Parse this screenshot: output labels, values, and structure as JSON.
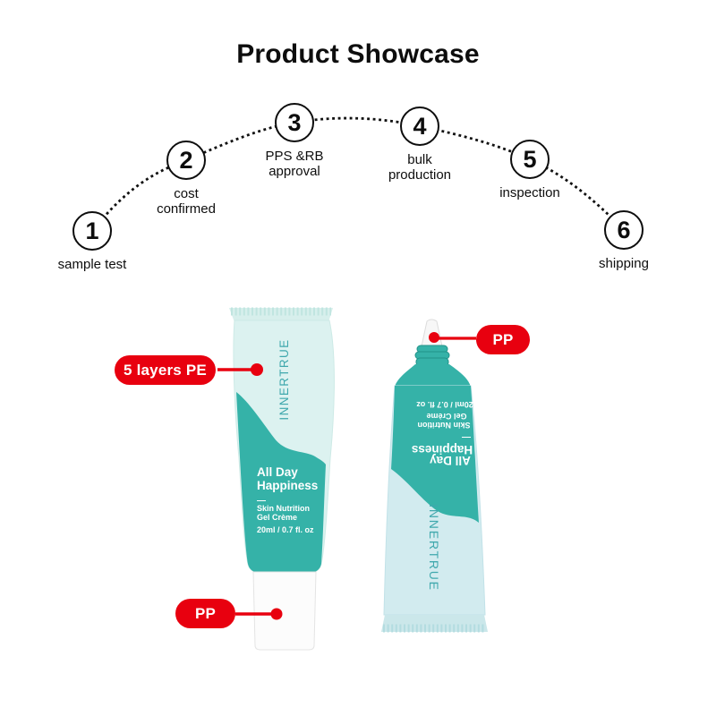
{
  "title": "Product Showcase",
  "colors": {
    "teal": "#35b2a8",
    "mint_left_tube": "#dcf2f0",
    "mint_right_tube": "#d2ebef",
    "brand_text_teal": "#3fa8ad",
    "callout_red": "#e8000f",
    "text_black": "#0d0d0d"
  },
  "process": {
    "steps": [
      {
        "number": "1",
        "label": "sample test"
      },
      {
        "number": "2",
        "label": "cost\nconfirmed"
      },
      {
        "number": "3",
        "label": "PPS &RB\napproval"
      },
      {
        "number": "4",
        "label": "bulk\nproduction"
      },
      {
        "number": "5",
        "label": "inspection"
      },
      {
        "number": "6",
        "label": "shipping"
      }
    ]
  },
  "product": {
    "brand": "INNERTRUE",
    "name_line1": "All Day",
    "name_line2": "Happiness",
    "divider": "—",
    "desc_line1": "Skin Nutrition",
    "desc_line2": "Gel Crème",
    "volume": "20ml / 0.7 fl. oz"
  },
  "callouts": {
    "body_material": "5 layers PE",
    "cap_material": "PP",
    "nozzle_material": "PP"
  }
}
